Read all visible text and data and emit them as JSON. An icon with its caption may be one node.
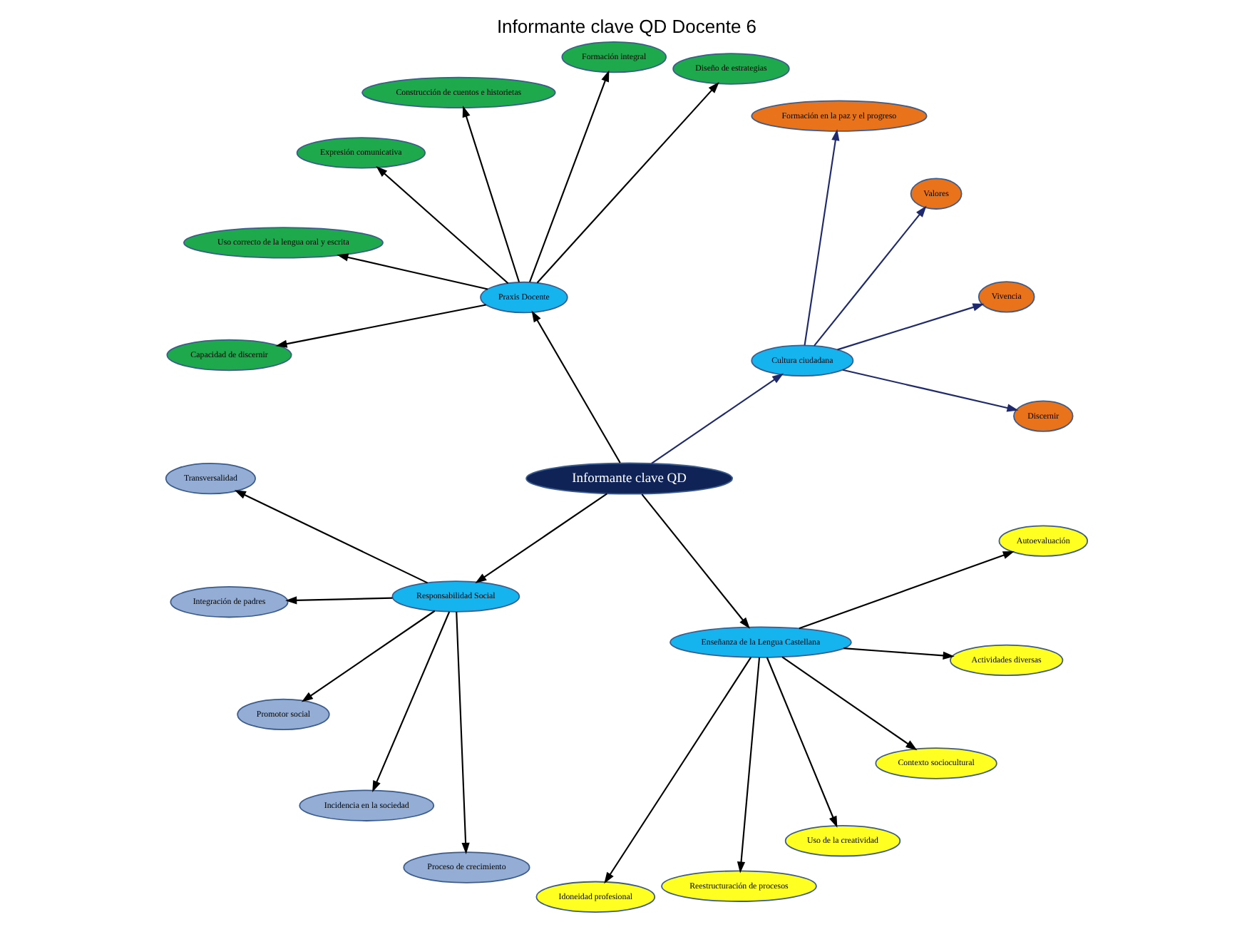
{
  "diagram": {
    "title": "Informante clave QD Docente 6",
    "nodes": [
      {
        "text": [
          "Informante clave QD"
        ]
      },
      {
        "text": [
          "Cultura ciudadana"
        ]
      },
      {
        "text": [
          "Discernir"
        ]
      },
      {
        "text": [
          "Vivencia"
        ]
      },
      {
        "text": [
          "Valores"
        ]
      },
      {
        "text": [
          "Formación en la paz y el progreso"
        ]
      },
      {
        "text": [
          "Praxis Docente"
        ]
      },
      {
        "text": [
          "Diseño de estrategias"
        ]
      },
      {
        "text": [
          "Formación integral"
        ]
      },
      {
        "text": [
          "Construcción de cuentos e historietas"
        ]
      },
      {
        "text": [
          "Expresión comunicativa"
        ]
      },
      {
        "text": [
          "Uso correcto de la lengua oral y escrita"
        ]
      },
      {
        "text": [
          "Capacidad de discernir"
        ]
      },
      {
        "text": [
          "Responsabilidad Social"
        ]
      },
      {
        "text": [
          "Transversalidad"
        ]
      },
      {
        "text": [
          "Integración de padres"
        ]
      },
      {
        "text": [
          "Promotor social"
        ]
      },
      {
        "text": [
          "Incidencia en la sociedad"
        ]
      },
      {
        "text": [
          "Proceso de crecimiento"
        ]
      },
      {
        "text": [
          "Enseñanza de la Lengua Castellana"
        ]
      },
      {
        "text": [
          "Idoneidad profesional"
        ]
      },
      {
        "text": [
          "Reestructuración de procesos"
        ]
      },
      {
        "text": [
          "Uso de la creatividad"
        ]
      },
      {
        "text": [
          "Contexto sociocultural"
        ]
      },
      {
        "text": [
          "Actividades diversas"
        ]
      },
      {
        "text": [
          "Autoevaluación"
        ]
      }
    ],
    "edges": [
      {
        "from": 0,
        "to": 1,
        "arrow": "to",
        "color": "#1f2a6e"
      },
      {
        "from": 1,
        "to": 2,
        "arrow": "to",
        "color": "#1f2a6e"
      },
      {
        "from": 1,
        "to": 3,
        "arrow": "to",
        "color": "#1f2a6e"
      },
      {
        "from": 1,
        "to": 4,
        "arrow": "to",
        "color": "#1f2a6e"
      },
      {
        "from": 1,
        "to": 5,
        "arrow": "to",
        "color": "#1f2a6e"
      },
      {
        "from": 0,
        "to": 6,
        "arrow": "to"
      },
      {
        "from": 6,
        "to": 7,
        "arrow": "to"
      },
      {
        "from": 6,
        "to": 8,
        "arrow": "to"
      },
      {
        "from": 6,
        "to": 9,
        "arrow": "to"
      },
      {
        "from": 6,
        "to": 10,
        "arrow": "to"
      },
      {
        "from": 6,
        "to": 11,
        "arrow": "to"
      },
      {
        "from": 6,
        "to": 12,
        "arrow": "to"
      },
      {
        "from": 0,
        "to": 13,
        "arrow": "to"
      },
      {
        "from": 13,
        "to": 14,
        "arrow": "to"
      },
      {
        "from": 13,
        "to": 15,
        "arrow": "to"
      },
      {
        "from": 13,
        "to": 16,
        "arrow": "to"
      },
      {
        "from": 13,
        "to": 17,
        "arrow": "to"
      },
      {
        "from": 13,
        "to": 18,
        "arrow": "to"
      },
      {
        "from": 0,
        "to": 19,
        "arrow": "to"
      },
      {
        "from": 19,
        "to": 20,
        "arrow": "to"
      },
      {
        "from": 19,
        "to": 21,
        "arrow": "to"
      },
      {
        "from": 19,
        "to": 22,
        "arrow": "to"
      },
      {
        "from": 19,
        "to": 23,
        "arrow": "to"
      },
      {
        "from": 19,
        "to": 24,
        "arrow": "to"
      },
      {
        "from": 19,
        "to": 25,
        "arrow": "to"
      }
    ]
  }
}
